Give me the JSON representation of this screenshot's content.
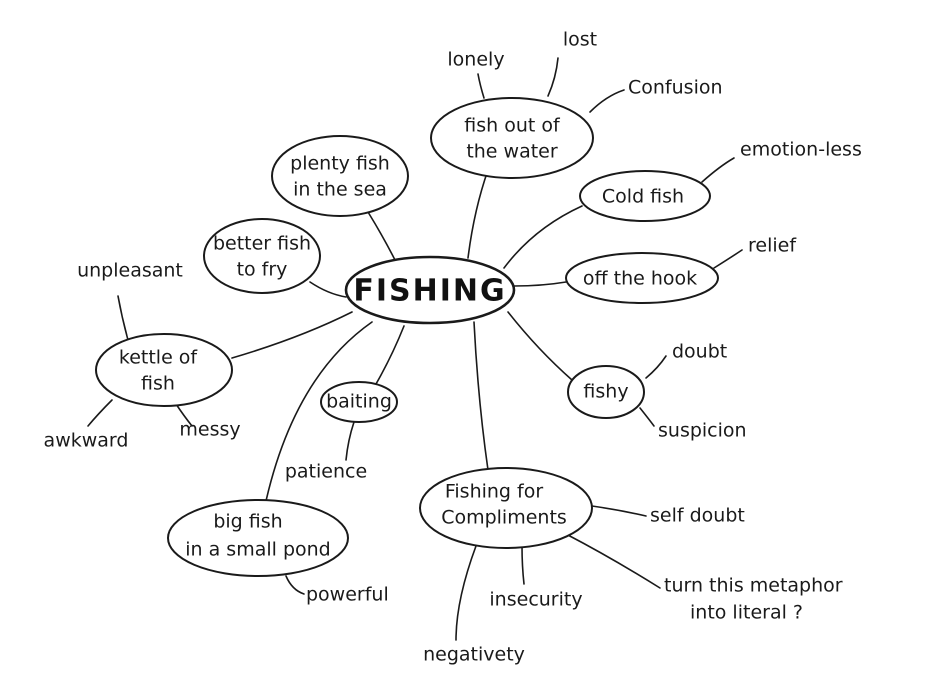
{
  "center": "FISHING",
  "nodes": {
    "fish_out_of_water": [
      "fish out of",
      "the water"
    ],
    "plenty_fish": [
      "plenty fish",
      "in the sea"
    ],
    "better_fish": [
      "better fish",
      "to fry"
    ],
    "kettle_of_fish": [
      "kettle of",
      "fish"
    ],
    "baiting": "baiting",
    "big_fish": [
      "big fish",
      "in a small pond"
    ],
    "fishing_compliments": [
      "Fishing for",
      "Compliments"
    ],
    "fishy": "fishy",
    "off_the_hook": "off the hook",
    "cold_fish": "Cold fish"
  },
  "leaves": {
    "lonely": "lonely",
    "lost": "lost",
    "confusion": "Confusion",
    "emotionless": "emotion-less",
    "relief": "relief",
    "doubt": "doubt",
    "suspicion": "suspicion",
    "self_doubt": "self doubt",
    "turn_metaphor": [
      "turn this metaphor",
      "into literal ?"
    ],
    "insecurity": "insecurity",
    "negativity": "negativety",
    "powerful": "powerful",
    "patience": "patience",
    "unpleasant": "unpleasant",
    "awkward": "awkward",
    "messy": "messy"
  }
}
